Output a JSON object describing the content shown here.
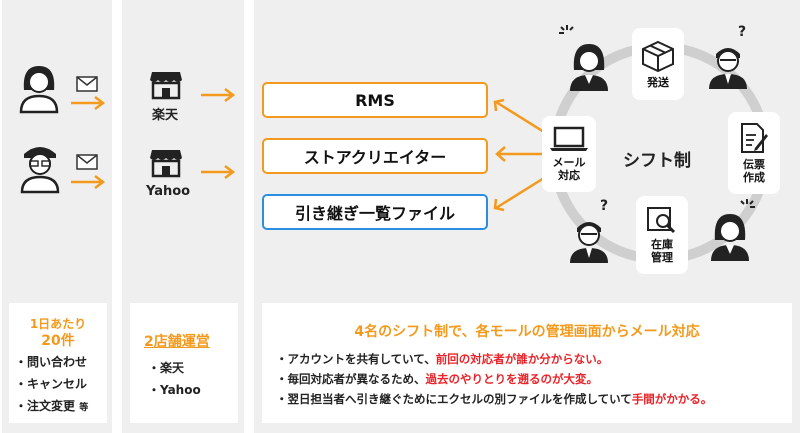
{
  "customers": {
    "per_day_label": "1日あたり",
    "count": "20件",
    "items": [
      "・問い合わせ",
      "・キャンセル",
      "・注文変更"
    ],
    "items_suffix": "等"
  },
  "stores": {
    "names": [
      "楽天",
      "Yahoo"
    ],
    "card_title": "2店舗運営",
    "card_items": [
      "・楽天",
      "・Yahoo"
    ]
  },
  "systems": [
    "RMS",
    "ストアクリエイター",
    "引き継ぎ一覧ファイル"
  ],
  "cycle": {
    "center_label": "シフト制",
    "mail_label": [
      "メール",
      "対応"
    ],
    "ship_label": "発送",
    "invoice_label": [
      "伝票",
      "作成"
    ],
    "stock_label": [
      "在庫",
      "管理"
    ]
  },
  "summary": {
    "title": "4名のシフト制で、各モールの管理画面からメール対応",
    "line1_pre": "・アカウントを共有していて、",
    "line1_red": "前回の対応者が誰か分からない。",
    "line2_pre": "・毎回対応者が異なるため、",
    "line2_red": "過去のやりとりを遡るのが大変。",
    "line3_pre": "・翌日担当者へ引き継ぐためにエクセルの別ファイルを作成していて",
    "line3_red": "手間がかかる。"
  },
  "colors": {
    "accent": "#f39a1e",
    "blue": "#2d8ee0",
    "red": "#e8242a",
    "panel": "#efefef"
  }
}
